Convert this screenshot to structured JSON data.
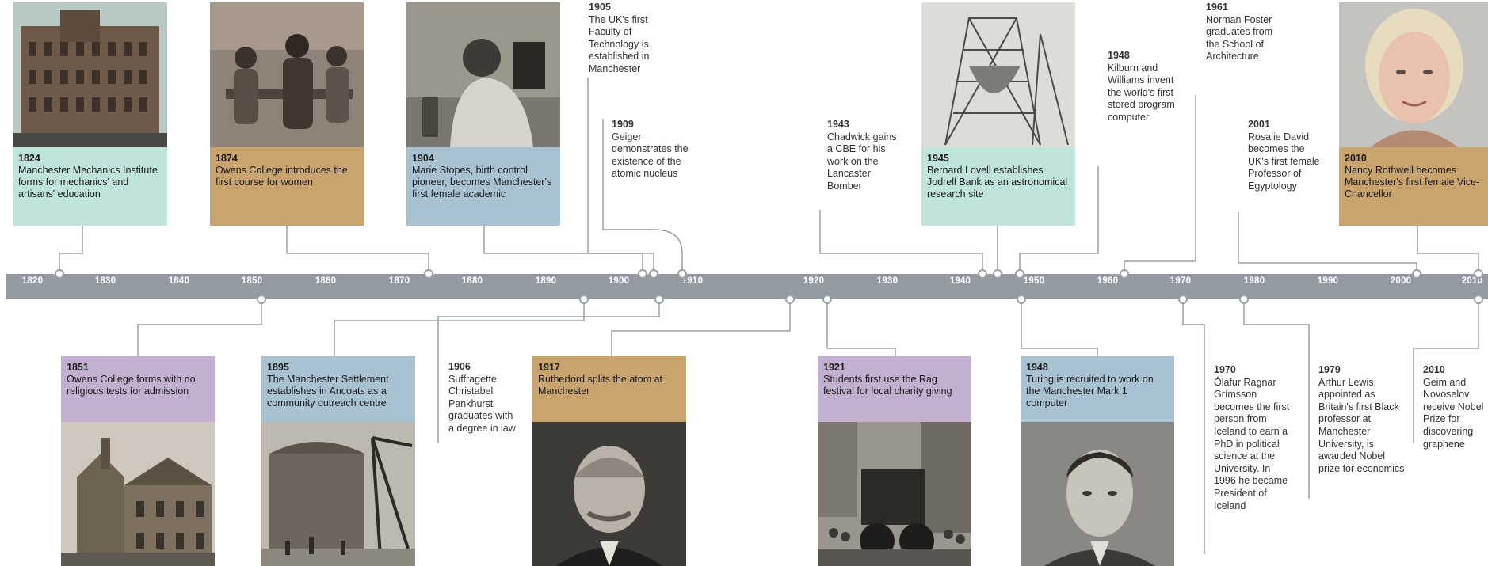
{
  "colors": {
    "teal": "#bfe4dc",
    "tan": "#c9a46e",
    "blue": "#a9c2d2",
    "purple": "#c3b0d0",
    "axis": "#949aa1",
    "connector": "#9aa0a6"
  },
  "axis": {
    "ticks": [
      "1820",
      "1830",
      "1840",
      "1850",
      "1860",
      "1870",
      "1880",
      "1890",
      "1900",
      "1910",
      "1920",
      "1930",
      "1940",
      "1950",
      "1960",
      "1970",
      "1980",
      "1990",
      "2000",
      "2010"
    ]
  },
  "events": {
    "e1824": {
      "year": "1824",
      "text": "Manchester Mechanics Institute forms for mechanics' and artisans' education"
    },
    "e1874": {
      "year": "1874",
      "text": "Owens College introduces the first course for women"
    },
    "e1904": {
      "year": "1904",
      "text": "Marie Stopes, birth control pioneer, becomes Manchester's first female academic"
    },
    "e1905": {
      "year": "1905",
      "text": "The UK's first Faculty of Technology is established in Manchester"
    },
    "e1909": {
      "year": "1909",
      "text": "Geiger demonstrates the existence of the atomic nucleus"
    },
    "e1943": {
      "year": "1943",
      "text": "Chadwick gains a CBE for his work on the Lancaster Bomber"
    },
    "e1945": {
      "year": "1945",
      "text": "Bernard Lovell establishes Jodrell Bank as an astronomical research site"
    },
    "e1948a": {
      "year": "1948",
      "text": "Kilburn and Williams invent the world's first stored program computer"
    },
    "e1961": {
      "year": "1961",
      "text": "Norman Foster graduates from the School of Architecture"
    },
    "e2001": {
      "year": "2001",
      "text": "Rosalie David becomes the UK's first female Professor of Egyptology"
    },
    "e2010a": {
      "year": "2010",
      "text": "Nancy Rothwell becomes Manchester's first female Vice-Chancellor"
    },
    "e1851": {
      "year": "1851",
      "text": "Owens College forms with no religious tests for admission"
    },
    "e1895": {
      "year": "1895",
      "text": "The Manchester Settlement establishes in Ancoats as a community outreach centre"
    },
    "e1906": {
      "year": "1906",
      "text": "Suffragette Christabel Pankhurst graduates with a degree in law"
    },
    "e1917": {
      "year": "1917",
      "text": "Rutherford splits the atom at Manchester"
    },
    "e1921": {
      "year": "1921",
      "text": "Students first use the Rag festival for local charity giving"
    },
    "e1948b": {
      "year": "1948",
      "text": "Turing is recruited to work on the Manchester Mark 1 computer"
    },
    "e1970": {
      "year": "1970",
      "text": "Ólafur Ragnar Grímsson becomes the first person from Iceland to earn a PhD in political science at the University. In 1996 he became President of Iceland"
    },
    "e1979": {
      "year": "1979",
      "text": "Arthur Lewis, appointed as Britain's first Black professor at Manchester University, is awarded Nobel prize for economics"
    },
    "e2010b": {
      "year": "2010",
      "text": "Geim and Novoselov receive Nobel Prize for discovering graphene"
    }
  }
}
